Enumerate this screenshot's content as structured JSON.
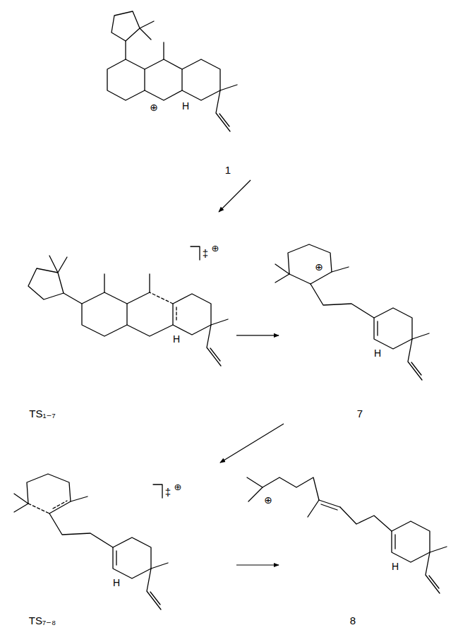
{
  "diagram": {
    "nodes": [
      {
        "text": [
          "1"
        ]
      },
      {
        "text": [
          "TS₁₋₇"
        ]
      },
      {
        "text": [
          "7"
        ]
      },
      {
        "text": [
          "TS₇₋₈"
        ]
      },
      {
        "text": [
          "8"
        ]
      }
    ],
    "edges": [
      {
        "from": 0,
        "to": 1,
        "arrow": "to"
      },
      {
        "from": 1,
        "to": 2,
        "arrow": "to"
      },
      {
        "from": 2,
        "to": 3,
        "arrow": "to"
      },
      {
        "from": 3,
        "to": 4,
        "arrow": "to"
      }
    ],
    "labels": [
      "⊕",
      "H",
      "‡",
      "⊕",
      "H",
      "⊕",
      "H",
      "‡",
      "⊕",
      "H",
      "⊕",
      "H"
    ]
  }
}
